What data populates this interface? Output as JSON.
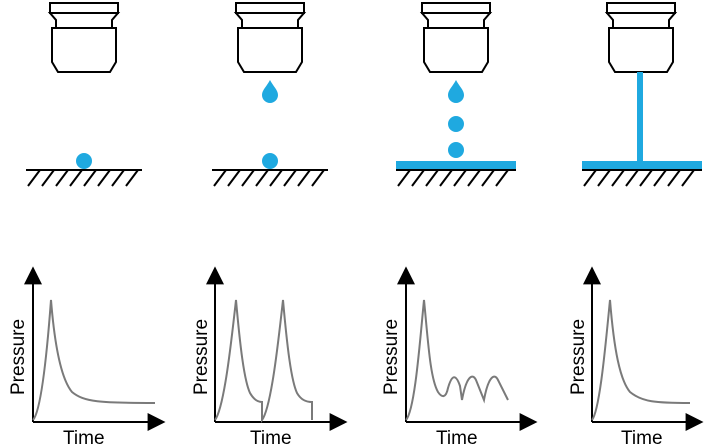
{
  "labels": {
    "y_axis": "Pressure",
    "x_axis": "Time"
  },
  "colors": {
    "fluid": "#1fa9e0",
    "ink": "#000000",
    "curve": "#7a7a7a",
    "nozzle_fill": "#ffffff"
  },
  "panels": [
    {
      "deposit": "single-dot",
      "pressure_profile": "single-spike"
    },
    {
      "deposit": "falling-drop",
      "pressure_profile": "double-spike"
    },
    {
      "deposit": "drop-stream-film",
      "pressure_profile": "spike-then-oscillation"
    },
    {
      "deposit": "continuous-jet-film",
      "pressure_profile": "single-spike"
    }
  ]
}
